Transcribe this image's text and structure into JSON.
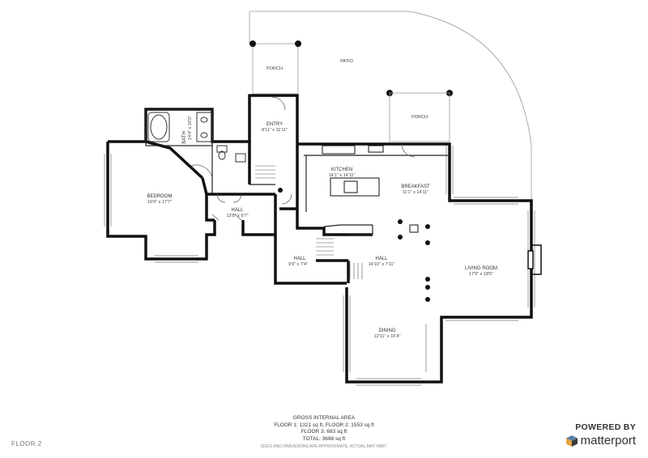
{
  "floor_label": "FLOOR 2",
  "rooms": {
    "porch_top": "PORCH",
    "patio": "PATIO",
    "porch_right": "PORCH",
    "entry": "ENTRY",
    "entry_dim": "8'11\" x 11'11\"",
    "bath": "BATH",
    "bath_dim": "14'4\" x 10'0\"",
    "kitchen": "KITCHEN",
    "kitchen_dim": "14'1\" x 14'11\"",
    "breakfast": "BREAKFAST",
    "breakfast_dim": "11'1\" x 14'11\"",
    "bedroom": "BEDROOM",
    "bedroom_dim": "16'0\" x 17'7\"",
    "hall_small": "HALL",
    "hall_small_dim": "13'8\" x 6'7\"",
    "hall_left": "HALL",
    "hall_left_dim": "9'9\" x 7'4\"",
    "hall_main": "HALL",
    "hall_main_dim": "14'10\" x 7'11\"",
    "living": "LIVING ROOM",
    "living_dim": "17'0\" x 18'5\"",
    "dining": "DINING",
    "dining_dim": "12'11\" x 15'4\""
  },
  "footer": {
    "heading": "GROSS INTERNAL AREA",
    "line1": "FLOOR 1: 1321 sq ft, FLOOR 2: 1553 sq ft",
    "line2": "FLOOR 3: 683 sq ft",
    "line3": "TOTAL: 3698 sq ft",
    "disclaimer": "SIZES AND DIMENSIONS ARE APPROXIMATE, ACTUAL MAY VARY."
  },
  "brand": {
    "powered_by": "POWERED BY",
    "name": "matterport",
    "icon": "matterport-cube-icon"
  },
  "colors": {
    "wall": "#111111",
    "thin": "#888888",
    "text": "#333333"
  }
}
